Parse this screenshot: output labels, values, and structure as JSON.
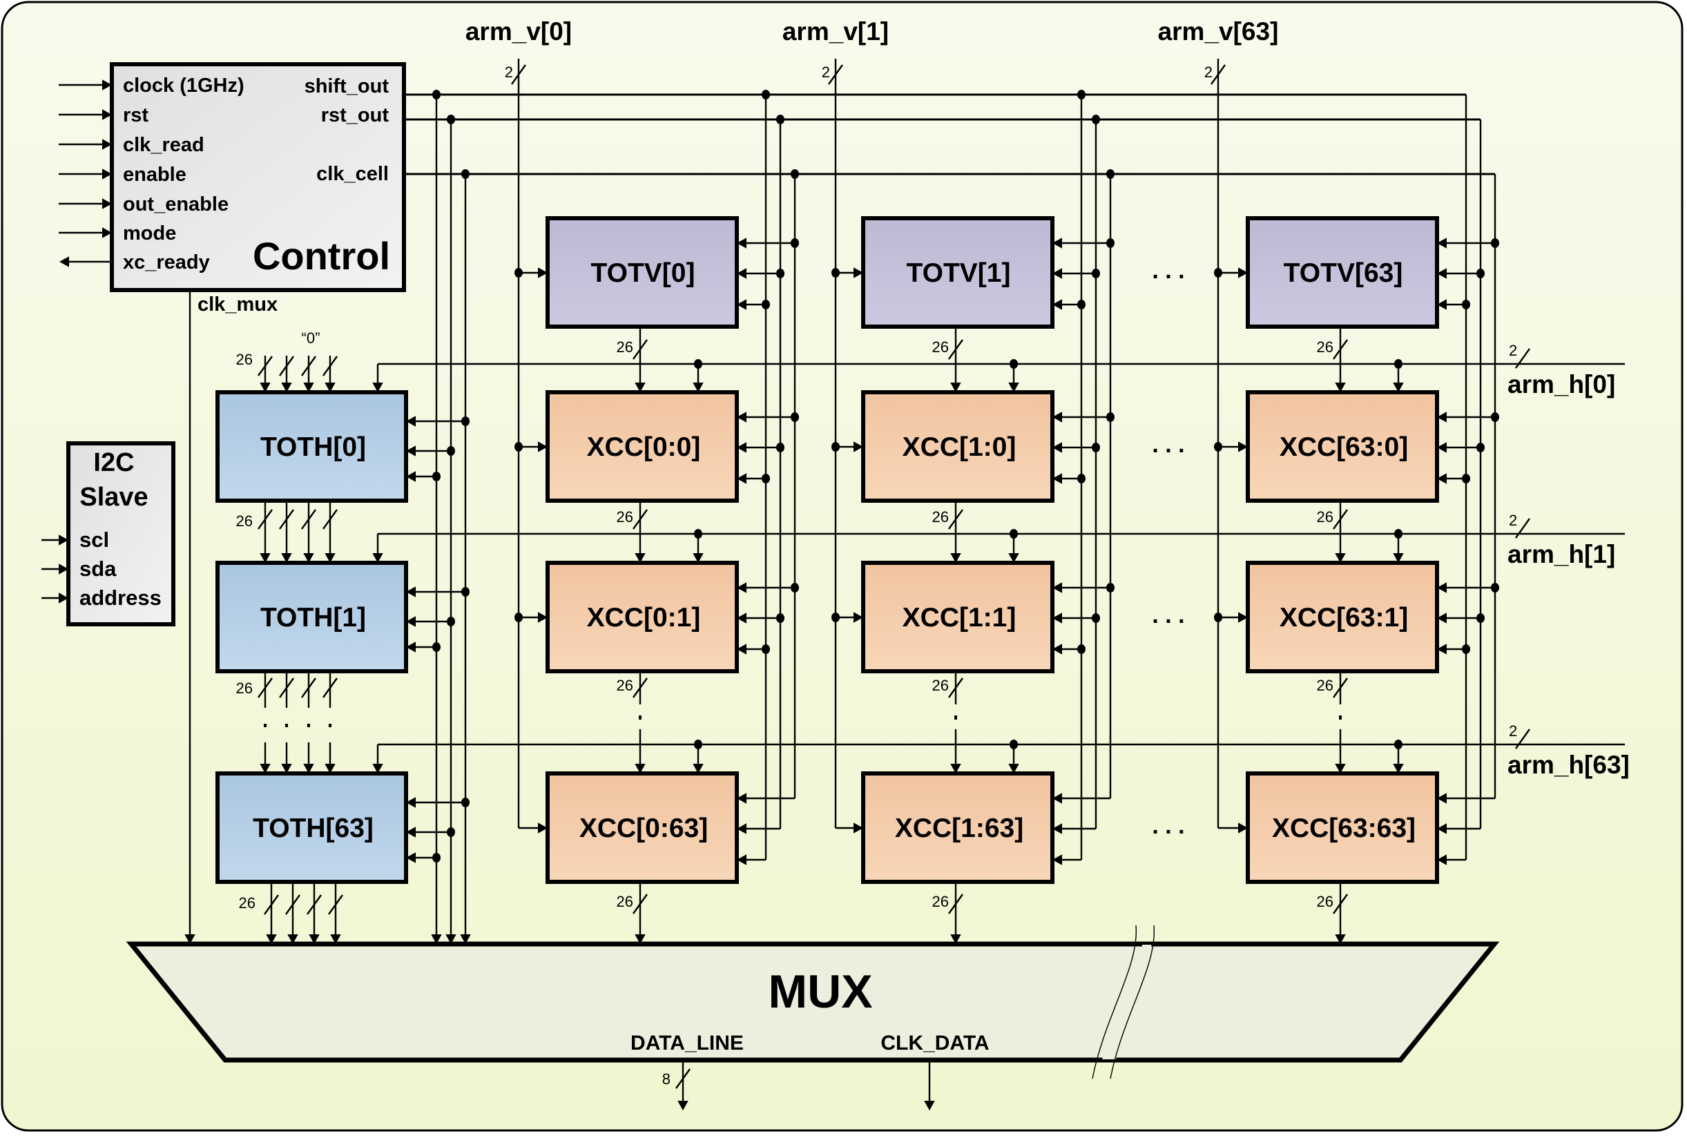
{
  "title": "Crossbar cell array block diagram",
  "control": {
    "title": "Control",
    "inputs": [
      "clock (1GHz)",
      "rst",
      "clk_read",
      "enable",
      "out_enable",
      "mode"
    ],
    "output_left": "xc_ready",
    "outputs_right": [
      "shift_out",
      "rst_out",
      "clk_cell"
    ],
    "clk_mux_label": "clk_mux"
  },
  "i2c": {
    "title_line1": "I2C",
    "title_line2": "Slave",
    "inputs": [
      "scl",
      "sda",
      "address"
    ]
  },
  "arm_v": {
    "labels": [
      "arm_v[0]",
      "arm_v[1]",
      "arm_v[63]"
    ],
    "bus_width": "2"
  },
  "arm_h": {
    "labels": [
      "arm_h[0]",
      "arm_h[1]",
      "arm_h[63]"
    ],
    "bus_width": "2"
  },
  "totv": {
    "labels": [
      "TOTV[0]",
      "TOTV[1]",
      "TOTV[63]"
    ]
  },
  "toth": {
    "labels": [
      "TOTH[0]",
      "TOTH[1]",
      "TOTH[63]"
    ],
    "zero_label": "“0”"
  },
  "xcc": {
    "labels": [
      [
        "XCC[0:0]",
        "XCC[1:0]",
        "XCC[63:0]"
      ],
      [
        "XCC[0:1]",
        "XCC[1:1]",
        "XCC[63:1]"
      ],
      [
        "XCC[0:63]",
        "XCC[1:63]",
        "XCC[63:63]"
      ]
    ]
  },
  "bus_width_cell": "26",
  "ellipsis": ". . .",
  "mux": {
    "title": "MUX",
    "data_line_label": "DATA_LINE",
    "data_line_width": "8",
    "clk_data_label": "CLK_DATA"
  },
  "colors": {
    "background_top": "#f8faec",
    "background_bottom": "#f1f6d0",
    "control_fill": "#e6e6e6",
    "totv_fill": "#c4bcd8",
    "toth_fill": "#b4cce4",
    "xcc_fill": "#f4caa8",
    "mux_fill": "#edeedd"
  }
}
